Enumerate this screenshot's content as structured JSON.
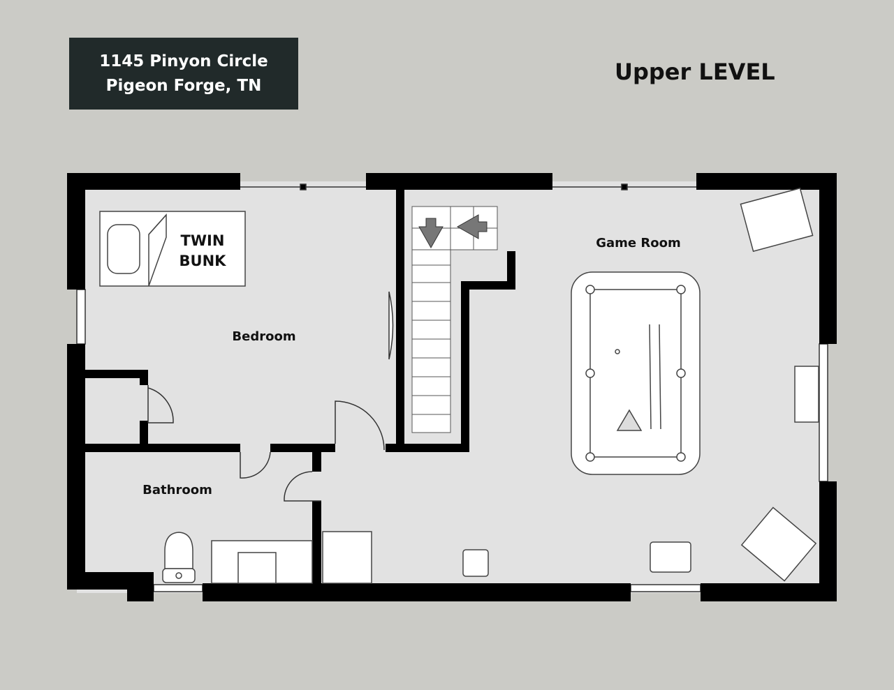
{
  "header": {
    "address_line1": "1145 Pinyon Circle",
    "address_line2": "Pigeon Forge, TN",
    "level_title": "Upper LEVEL"
  },
  "rooms": {
    "bedroom": "Bedroom",
    "bathroom": "Bathroom",
    "game_room": "Game Room"
  },
  "furniture": {
    "bed_line1": "TWIN",
    "bed_line2": "BUNK"
  },
  "colors": {
    "background": "#cbcbc6",
    "floor": "#e2e2e2",
    "wall": "#000000",
    "label_box": "#212a2a"
  }
}
